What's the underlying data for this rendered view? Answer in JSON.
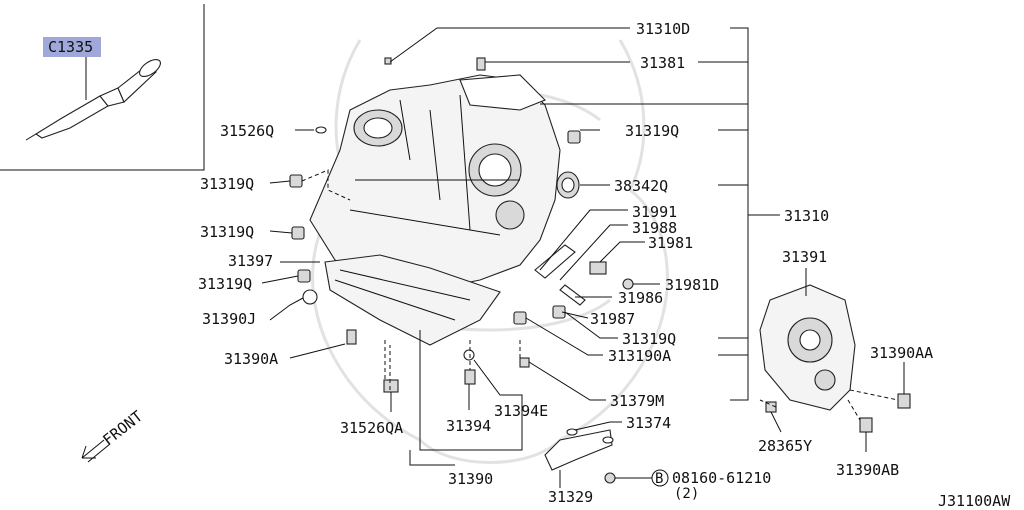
{
  "diagram": {
    "inset": {
      "tag": "C1335",
      "tool": "sealant-tube"
    },
    "front_label": "FRONT",
    "figure_code": "J31100AW",
    "bolt_symbol": "B",
    "labels": {
      "p31310D": "31310D",
      "p31381": "31381",
      "p31526Q": "31526Q",
      "p31319Q_1": "31319Q",
      "p31319Q_2": "31319Q",
      "p31319Q_3": "31319Q",
      "p31319Q_4": "31319Q",
      "p31319Q_5": "31319Q",
      "p38342Q": "38342Q",
      "p31310": "31310",
      "p31991": "31991",
      "p31988": "31988",
      "p31981": "31981",
      "p31397": "31397",
      "p31981D": "31981D",
      "p31986": "31986",
      "p31987": "31987",
      "p31390J": "31390J",
      "p31391": "31391",
      "p31319QA": "313190A",
      "p31390A": "31390A",
      "p31390AA": "31390AA",
      "p31379M": "31379M",
      "p31394E": "31394E",
      "p31526QA": "31526QA",
      "p31394": "31394",
      "p31374": "31374",
      "p28365Y": "28365Y",
      "p31390AB": "31390AB",
      "p31390": "31390",
      "p08160": "08160-61210",
      "p08160_qty": "(2)",
      "p31329": "31329"
    }
  }
}
